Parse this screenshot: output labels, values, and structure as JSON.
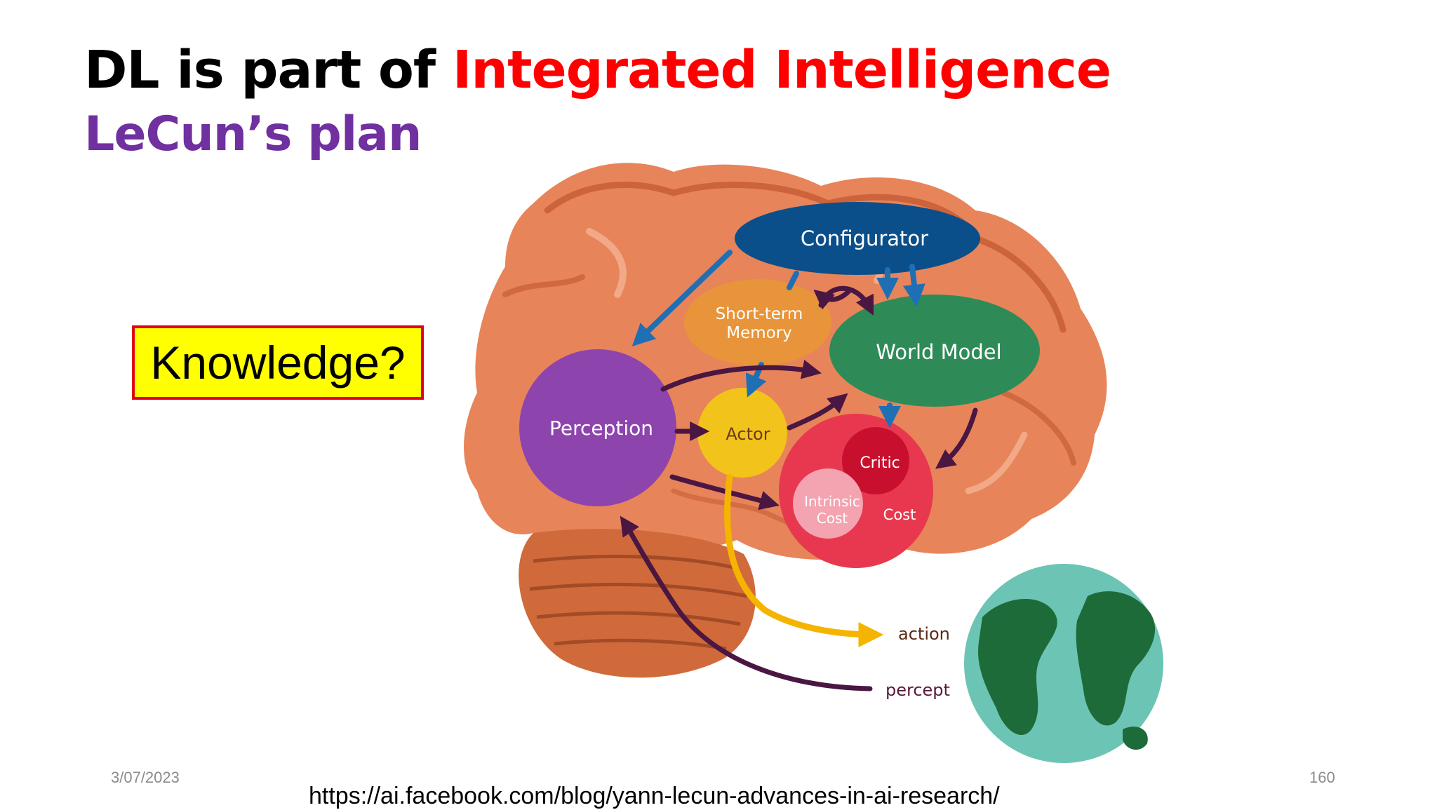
{
  "slide": {
    "title_prefix": "DL is part of ",
    "title_highlight": "Integrated Intelligence",
    "subtitle": "LeCun’s plan",
    "callout": "Knowledge?",
    "date": "3/07/2023",
    "page_number": "160",
    "source_url": "https://ai.facebook.com/blog/yann-lecun-advances-in-ai-research/"
  },
  "diagram": {
    "modules": {
      "configurator": "Configurator",
      "short_term_memory_line1": "Short-term",
      "short_term_memory_line2": "Memory",
      "world_model": "World Model",
      "perception": "Perception",
      "actor": "Actor",
      "critic": "Critic",
      "intrinsic_cost_line1": "Intrinsic",
      "intrinsic_cost_line2": "Cost",
      "cost": "Cost"
    },
    "signals": {
      "action": "action",
      "percept": "percept"
    }
  },
  "colors": {
    "title_red": "#ff0000",
    "subtitle_purple": "#7030a0",
    "callout_fill": "#ffff00",
    "callout_border": "#e0001b",
    "configurator": "#0b4f8a",
    "short_term_memory": "#e8943a",
    "world_model": "#2e8b57",
    "perception": "#8e44ad",
    "actor": "#f2c31b",
    "cost_module": "#e8384f",
    "critic": "#c8102e",
    "intrinsic_cost": "#f4a3b0",
    "brain": "#e8845a",
    "earth_ocean": "#6cc4b4",
    "earth_land": "#1e6b3a",
    "arrow_blue": "#1f6fb5",
    "arrow_dark": "#4a1642",
    "arrow_yellow": "#f5b400"
  }
}
